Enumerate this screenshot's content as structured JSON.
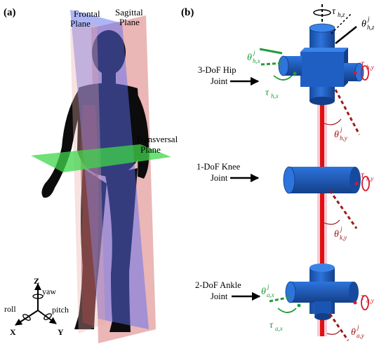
{
  "panels": {
    "a_label": "(a)",
    "b_label": "(b)"
  },
  "planes": {
    "frontal": [
      "Frontal",
      "Plane"
    ],
    "sagittal": [
      "Sagittal",
      "Plane"
    ],
    "transversal": [
      "Transversal",
      "Plane"
    ]
  },
  "axes": {
    "z": "Z",
    "x": "X",
    "y": "Y",
    "yaw": "yaw",
    "roll": "roll",
    "pitch": "pitch"
  },
  "joints": {
    "hip": [
      "3-DoF Hip",
      "Joint"
    ],
    "knee": [
      "1-DoF Knee",
      "Joint"
    ],
    "ankle": [
      "2-DoF Ankle",
      "Joint"
    ]
  },
  "symbols": {
    "tau": "τ",
    "theta": "θ",
    "j": "j",
    "hz": "h,z",
    "hx": "h,x",
    "hy": "h,y",
    "ky": "k,y",
    "ax": "a,x",
    "ay": "a,y"
  },
  "colors": {
    "frontal_plane": "#5b6cf0",
    "sagittal_plane": "#e8a9a9",
    "transversal_plane": "#3fd64a",
    "body": "#0c0c0c",
    "leg_highlight": "#7a1414",
    "joint_blue": "#1f5fc4",
    "link_red": "#e01010",
    "pitch_torque": "#d8182a",
    "roll_green": "#1f9d3a",
    "axis_dark_red": "#a01818",
    "black": "#000000"
  }
}
